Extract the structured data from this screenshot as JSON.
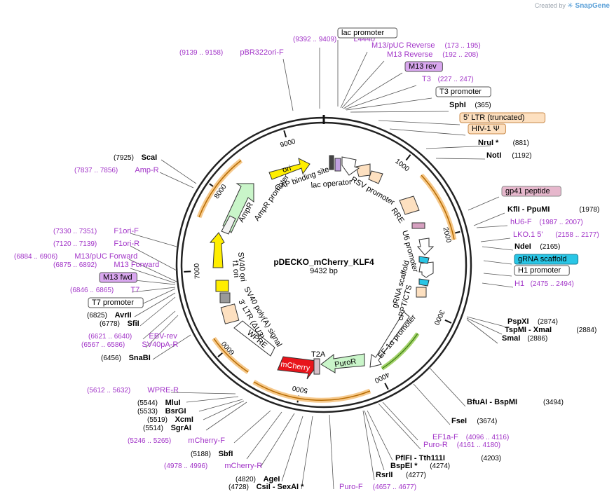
{
  "credit": {
    "prefix": "Created by",
    "brand": "SnapGene"
  },
  "plasmid": {
    "name": "pDECKO_mCherry_KLF4",
    "length": "9432 bp",
    "total_bp": 9432
  },
  "colors": {
    "primer": "#a235c8",
    "backbone": "#222222",
    "orange_arc": "#f6c98c",
    "mcherry": "#e8141b",
    "ori": "#ffee00"
  },
  "ticks": [
    {
      "bp": 1000,
      "label": "1000"
    },
    {
      "bp": 2000,
      "label": "2000"
    },
    {
      "bp": 3000,
      "label": "3000"
    },
    {
      "bp": 4000,
      "label": "4000"
    },
    {
      "bp": 5000,
      "label": "5000"
    },
    {
      "bp": 6000,
      "label": "6000"
    },
    {
      "bp": 7000,
      "label": "7000"
    },
    {
      "bp": 8000,
      "label": "8000"
    },
    {
      "bp": 9000,
      "label": "9000"
    }
  ],
  "labels": [
    {
      "id": "l4440",
      "kind": "primer",
      "name": "L4440",
      "range": "(9392 .. 9409)"
    },
    {
      "id": "pbr322",
      "kind": "primer",
      "name": "pBR322ori-F",
      "range": "(9139 .. 9158)"
    },
    {
      "id": "lac-promoter",
      "kind": "box",
      "name": "lac promoter"
    },
    {
      "id": "m13-puc-rev",
      "kind": "primer",
      "name": "M13/pUC Reverse",
      "range": "(173 .. 195)"
    },
    {
      "id": "m13-reverse",
      "kind": "primer",
      "name": "M13 Reverse",
      "range": "(192 .. 208)"
    },
    {
      "id": "m13-rev",
      "kind": "box-purple",
      "name": "M13 rev"
    },
    {
      "id": "t3",
      "kind": "primer",
      "name": "T3",
      "range": "(227 .. 247)"
    },
    {
      "id": "t3-promoter",
      "kind": "box",
      "name": "T3 promoter"
    },
    {
      "id": "sphi",
      "kind": "site",
      "name": "SphI",
      "pos": "(365)"
    },
    {
      "id": "ltr5",
      "kind": "box-orange",
      "name": "5' LTR (truncated)"
    },
    {
      "id": "hiv1",
      "kind": "box-orange",
      "name": "HIV-1 Ψ"
    },
    {
      "id": "nrui",
      "kind": "site",
      "name": "NruI *",
      "pos": "(881)"
    },
    {
      "id": "noti",
      "kind": "site",
      "name": "NotI",
      "pos": "(1192)"
    },
    {
      "id": "gp41",
      "kind": "box-pink",
      "name": "gp41 peptide"
    },
    {
      "id": "kfli",
      "kind": "site",
      "name": "KflI  -  PpuMI",
      "pos": "(1978)"
    },
    {
      "id": "hu6f",
      "kind": "primer",
      "name": "hU6-F",
      "range": "(1987 .. 2007)"
    },
    {
      "id": "lko1",
      "kind": "primer",
      "name": "LKO.1 5'",
      "range": "(2158 .. 2177)"
    },
    {
      "id": "ndei",
      "kind": "site",
      "name": "NdeI",
      "pos": "(2165)"
    },
    {
      "id": "grna",
      "kind": "box-cyan",
      "name": "gRNA scaffold"
    },
    {
      "id": "h1-promoter",
      "kind": "box",
      "name": "H1 promoter"
    },
    {
      "id": "h1",
      "kind": "primer",
      "name": "H1",
      "range": "(2475 .. 2494)"
    },
    {
      "id": "pspxi",
      "kind": "site",
      "name": "PspXI",
      "pos": "(2874)"
    },
    {
      "id": "tspmi",
      "kind": "site",
      "name": "TspMI  -  XmaI",
      "pos": "(2884)"
    },
    {
      "id": "smai",
      "kind": "site",
      "name": "SmaI",
      "pos": "(2886)"
    },
    {
      "id": "bfuai",
      "kind": "site",
      "name": "BfuAI  -  BspMI",
      "pos": "(3494)"
    },
    {
      "id": "fsei",
      "kind": "site",
      "name": "FseI",
      "pos": "(3674)"
    },
    {
      "id": "ef1af",
      "kind": "primer",
      "name": "EF1a-F",
      "range": "(4096 .. 4116)"
    },
    {
      "id": "puror",
      "kind": "primer",
      "name": "Puro-R",
      "range": "(4161 .. 4180)"
    },
    {
      "id": "pflfi",
      "kind": "site",
      "name": "PflFI  -  Tth111I",
      "pos": "(4203)"
    },
    {
      "id": "bspei",
      "kind": "site",
      "name": "BspEI *",
      "pos": "(4274)"
    },
    {
      "id": "rsrii",
      "kind": "site",
      "name": "RsrII",
      "pos": "(4277)"
    },
    {
      "id": "purof",
      "kind": "primer",
      "name": "Puro-F",
      "range": "(4657 .. 4677)"
    },
    {
      "id": "csii",
      "kind": "site",
      "name": "CsiI  -  SexAI *",
      "pos": "(4728)"
    },
    {
      "id": "agei",
      "kind": "site",
      "name": "AgeI",
      "pos": "(4820)"
    },
    {
      "id": "mcherryr",
      "kind": "primer",
      "name": "mCherry-R",
      "range": "(4978 .. 4996)"
    },
    {
      "id": "sbfi",
      "kind": "site",
      "name": "SbfI",
      "pos": "(5188)"
    },
    {
      "id": "mcherryf",
      "kind": "primer",
      "name": "mCherry-F",
      "range": "(5246 .. 5265)"
    },
    {
      "id": "sgrai",
      "kind": "site",
      "name": "SgrAI",
      "pos": "(5514)"
    },
    {
      "id": "xcmi",
      "kind": "site",
      "name": "XcmI",
      "pos": "(5519)"
    },
    {
      "id": "bsrgi",
      "kind": "site",
      "name": "BsrGI",
      "pos": "(5533)"
    },
    {
      "id": "mlui",
      "kind": "site",
      "name": "MluI",
      "pos": "(5544)"
    },
    {
      "id": "wprer",
      "kind": "primer",
      "name": "WPRE-R",
      "range": "(5612 .. 5632)"
    },
    {
      "id": "snabi",
      "kind": "site",
      "name": "SnaBI",
      "pos": "(6456)"
    },
    {
      "id": "sv40pa",
      "kind": "primer",
      "name": "SV40pA-R",
      "range": "(6567 .. 6586)"
    },
    {
      "id": "ebvrev",
      "kind": "primer",
      "name": "EBV-rev",
      "range": "(6621 .. 6640)"
    },
    {
      "id": "sfii",
      "kind": "site",
      "name": "SfiI",
      "pos": "(6778)"
    },
    {
      "id": "avrii",
      "kind": "site",
      "name": "AvrII",
      "pos": "(6825)"
    },
    {
      "id": "t7-promoter",
      "kind": "box",
      "name": "T7 promoter"
    },
    {
      "id": "t7",
      "kind": "primer",
      "name": "T7",
      "range": "(6846 .. 6865)"
    },
    {
      "id": "m13-fwd",
      "kind": "box-purple",
      "name": "M13 fwd"
    },
    {
      "id": "m13-forward",
      "kind": "primer",
      "name": "M13 Forward",
      "range": "(6875 .. 6892)"
    },
    {
      "id": "m13-puc-fwd",
      "kind": "primer",
      "name": "M13/pUC Forward",
      "range": "(6884 .. 6906)"
    },
    {
      "id": "f1orir",
      "kind": "primer",
      "name": "F1ori-R",
      "range": "(7120 .. 7139)"
    },
    {
      "id": "f1orif",
      "kind": "primer",
      "name": "F1ori-F",
      "range": "(7330 .. 7351)"
    },
    {
      "id": "ampr",
      "kind": "primer",
      "name": "Amp-R",
      "range": "(7837 .. 7856)"
    },
    {
      "id": "scai",
      "kind": "site",
      "name": "ScaI",
      "pos": "(7925)"
    }
  ],
  "features": {
    "ori": "ori",
    "cap_site": "CAP binding site",
    "lac_operator": "lac operator",
    "rsv": "RSV promoter",
    "ampr": "AmpR",
    "ampr_promoter": "AmpR promoter",
    "rre": "RRE",
    "u6": "U6 promoter",
    "grna": "gRNA scaffold",
    "cppt": "cPPT/CTS",
    "f1ori": "f1 ori",
    "sv40ori": "SV40 ori",
    "sv40pa": "SV40 poly(A) signal",
    "ltr3": "3' LTR (ΔU3)",
    "wpre": "WPRE",
    "ef1a": "EF-1α promoter",
    "puror": "PuroR",
    "t2a": "T2A",
    "mcherry": "mCherry"
  }
}
